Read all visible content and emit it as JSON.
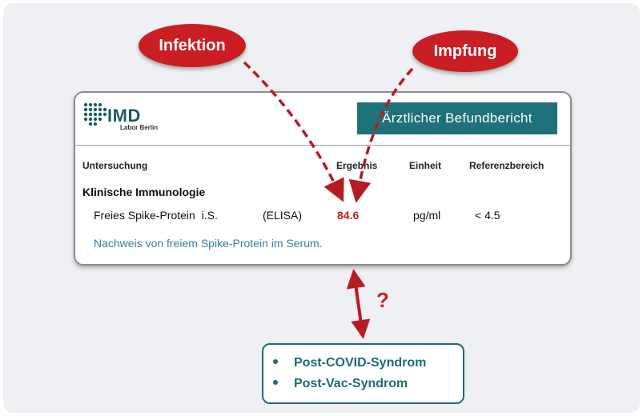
{
  "badges": {
    "infektion": "Infektion",
    "impfung": "Impfung"
  },
  "report": {
    "logo_main": "IMD",
    "logo_sub": "Labor Berlin",
    "title": "Ärztlicher Befundbericht",
    "columns": {
      "untersuchung": "Untersuchung",
      "ergebnis": "Ergebnis",
      "einheit": "Einheit",
      "referenz": "Referenzbereich"
    },
    "section": "Klinische Immunologie",
    "row": {
      "test": "Freies Spike-Protein  i.S.",
      "method": "(ELISA)",
      "result": "84.6",
      "unit": "pg/ml",
      "reference": "< 4.5"
    },
    "note": "Nachweis von freiem Spike-Protein im Serum."
  },
  "question_mark": "?",
  "syndromes": [
    "Post-COVID-Syndrom",
    "Post-Vac-Syndrom"
  ],
  "colors": {
    "accent_red": "#c81e24",
    "teal": "#1e7178",
    "note_blue": "#2d7fae"
  }
}
